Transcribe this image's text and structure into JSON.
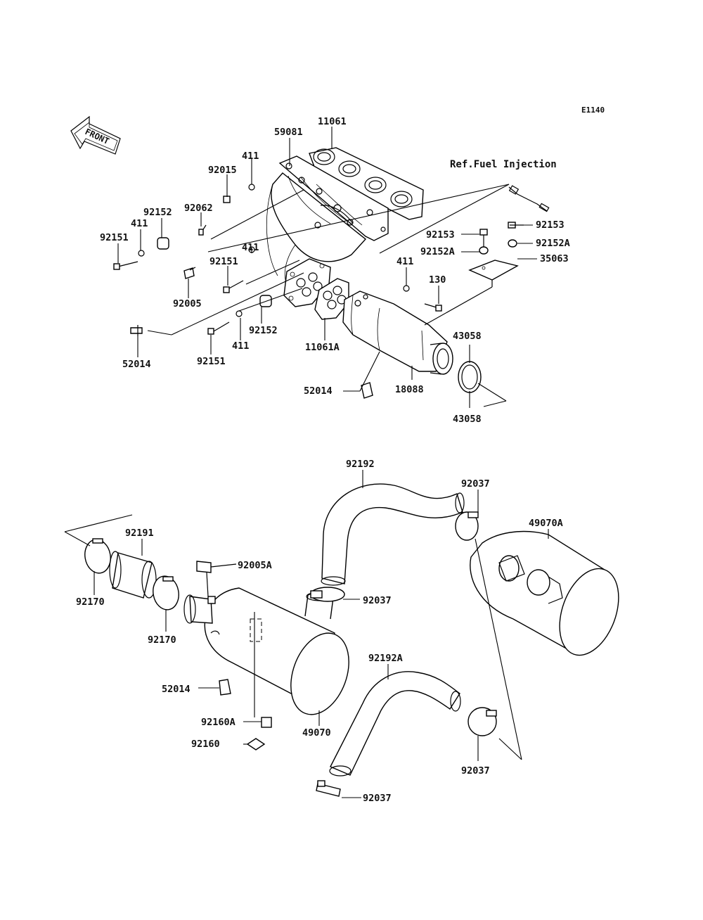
{
  "diagram": {
    "code": "E1140",
    "front_arrow_label": "FRONT",
    "ref_note": "Ref.Fuel Injection"
  },
  "part_labels": [
    {
      "id": "p11061",
      "text": "11061"
    },
    {
      "id": "p59081",
      "text": "59081"
    },
    {
      "id": "p411a",
      "text": "411"
    },
    {
      "id": "p92015",
      "text": "92015"
    },
    {
      "id": "p92152a",
      "text": "92152"
    },
    {
      "id": "p92062",
      "text": "92062"
    },
    {
      "id": "p411b",
      "text": "411"
    },
    {
      "id": "p92151a",
      "text": "92151"
    },
    {
      "id": "p411c",
      "text": "411"
    },
    {
      "id": "p92151b",
      "text": "92151"
    },
    {
      "id": "p92005",
      "text": "92005"
    },
    {
      "id": "p52014a",
      "text": "52014"
    },
    {
      "id": "p92151c",
      "text": "92151"
    },
    {
      "id": "p411d",
      "text": "411"
    },
    {
      "id": "p92152b",
      "text": "92152"
    },
    {
      "id": "p11061A",
      "text": "11061A"
    },
    {
      "id": "p411e",
      "text": "411"
    },
    {
      "id": "p130",
      "text": "130"
    },
    {
      "id": "p92153a",
      "text": "92153"
    },
    {
      "id": "p92153b",
      "text": "92153"
    },
    {
      "id": "p92152Aa",
      "text": "92152A"
    },
    {
      "id": "p92152Ab",
      "text": "92152A"
    },
    {
      "id": "p35063",
      "text": "35063"
    },
    {
      "id": "p43058a",
      "text": "43058"
    },
    {
      "id": "p43058b",
      "text": "43058"
    },
    {
      "id": "p52014b",
      "text": "52014"
    },
    {
      "id": "p18088",
      "text": "18088"
    },
    {
      "id": "p92192",
      "text": "92192"
    },
    {
      "id": "p92037a",
      "text": "92037"
    },
    {
      "id": "p49070A",
      "text": "49070A"
    },
    {
      "id": "p92191",
      "text": "92191"
    },
    {
      "id": "p92005A",
      "text": "92005A"
    },
    {
      "id": "p92170a",
      "text": "92170"
    },
    {
      "id": "p92170b",
      "text": "92170"
    },
    {
      "id": "p92037b",
      "text": "92037"
    },
    {
      "id": "p92192A",
      "text": "92192A"
    },
    {
      "id": "p52014c",
      "text": "52014"
    },
    {
      "id": "p92160A",
      "text": "92160A"
    },
    {
      "id": "p92160",
      "text": "92160"
    },
    {
      "id": "p49070",
      "text": "49070"
    },
    {
      "id": "p92037c",
      "text": "92037"
    },
    {
      "id": "p92037d",
      "text": "92037"
    }
  ]
}
